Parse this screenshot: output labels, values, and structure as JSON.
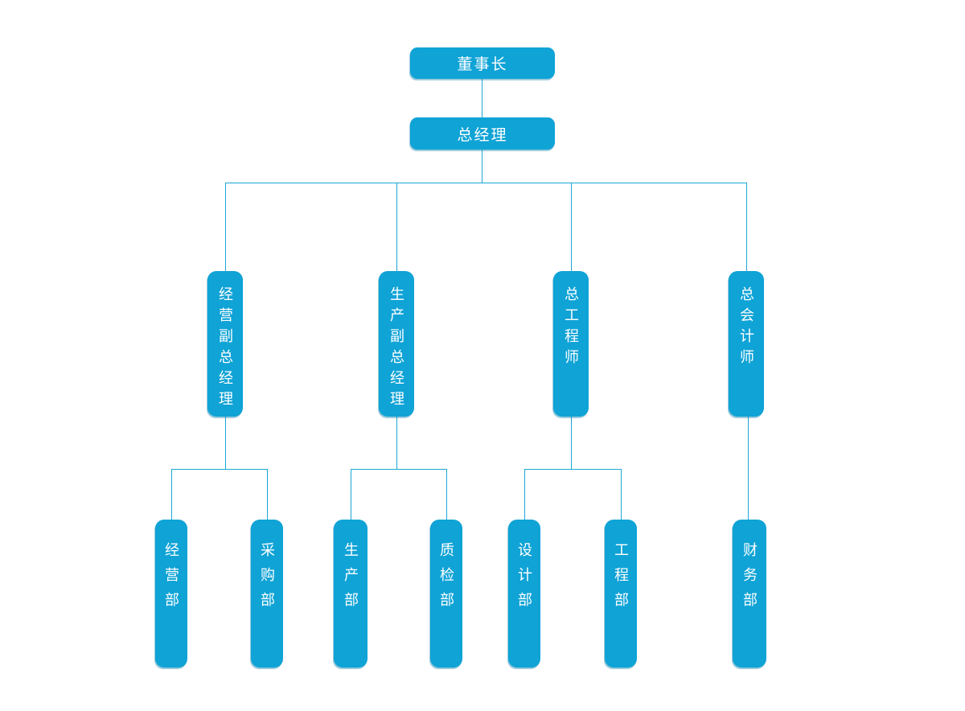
{
  "chart": {
    "type": "org-chart",
    "colors": {
      "node_fill": "#0fa3d6",
      "node_text": "#ffffff",
      "connector": "#1ba7d6",
      "background": "#ffffff"
    },
    "nodes": {
      "chairman": {
        "label": "董事长"
      },
      "general_manager": {
        "label": "总经理"
      },
      "branches": [
        {
          "label": "经营副总经理"
        },
        {
          "label": "生产副总经理"
        },
        {
          "label": "总工程师"
        },
        {
          "label": "总会计师"
        }
      ],
      "departments": [
        {
          "label": "经营部"
        },
        {
          "label": "采购部"
        },
        {
          "label": "生产部"
        },
        {
          "label": "质检部"
        },
        {
          "label": "设计部"
        },
        {
          "label": "工程部"
        },
        {
          "label": "财务部"
        }
      ]
    },
    "hierarchy": [
      {
        "parent": "董事长",
        "children": [
          "总经理"
        ]
      },
      {
        "parent": "总经理",
        "children": [
          "经营副总经理",
          "生产副总经理",
          "总工程师",
          "总会计师"
        ]
      },
      {
        "parent": "经营副总经理",
        "children": [
          "经营部",
          "采购部"
        ]
      },
      {
        "parent": "生产副总经理",
        "children": [
          "生产部",
          "质检部"
        ]
      },
      {
        "parent": "总工程师",
        "children": [
          "设计部",
          "工程部"
        ]
      },
      {
        "parent": "总会计师",
        "children": [
          "财务部"
        ]
      }
    ]
  }
}
